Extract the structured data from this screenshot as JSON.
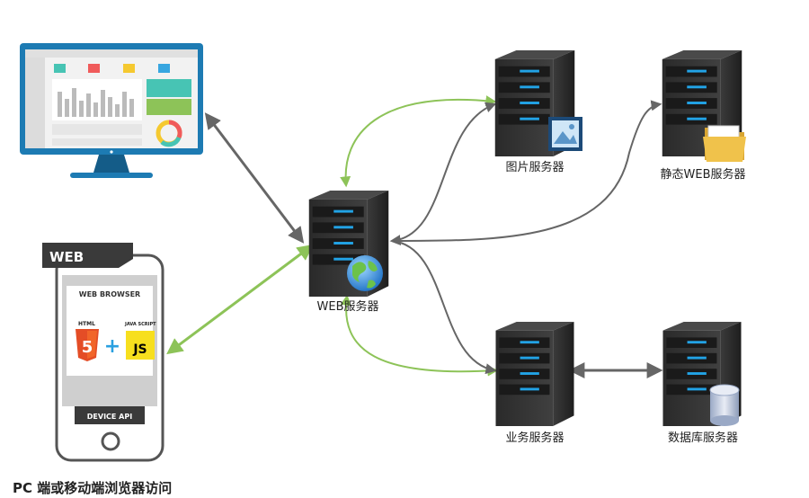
{
  "labels": {
    "web_server": "WEB服务器",
    "image_server": "图片服务器",
    "static_server": "静态WEB服务器",
    "business_server": "业务服务器",
    "database_server": "数据库服务器",
    "caption": "PC 端或移动端浏览器访问"
  },
  "phone": {
    "tag": "WEB",
    "browser_label": "WEB BROWSER",
    "html_label": "HTML",
    "html_digit": "5",
    "plus": "+",
    "js_label": "JAVA SCRIPT",
    "js_text": "JS",
    "device_api": "DEVICE API"
  },
  "colors": {
    "green_arrow": "#8dc358",
    "gray_arrow": "#666666",
    "monitor_frame": "#1d7bb3",
    "server_body": "#2f2f2f",
    "server_led": "#22a3e6"
  },
  "icons": {
    "image": "picture-icon",
    "folder": "folder-icon",
    "globe": "globe-icon",
    "database": "database-icon"
  }
}
